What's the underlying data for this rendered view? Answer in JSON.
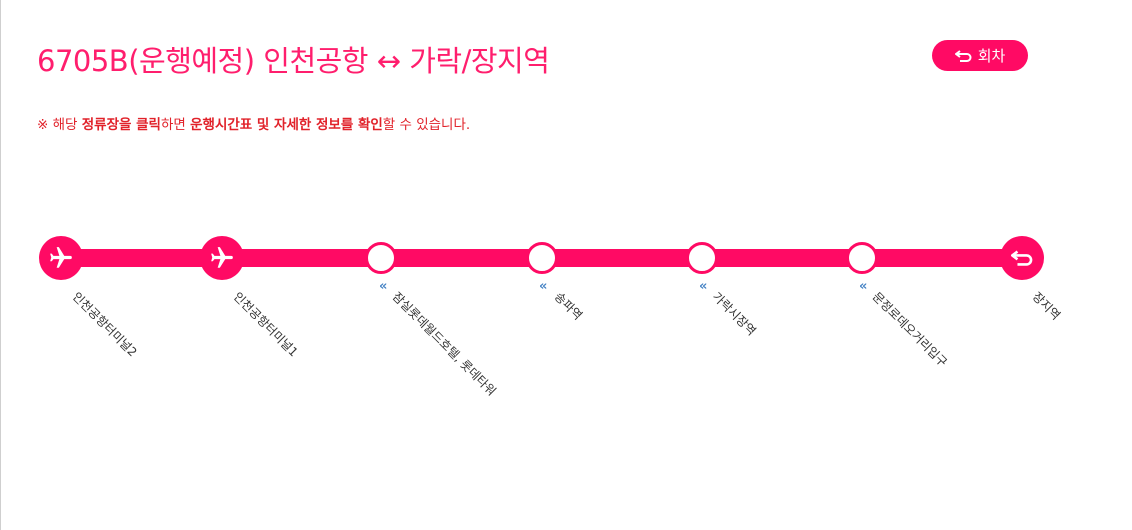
{
  "header": {
    "title": "6705B(운행예정) 인천공항 ↔ 가락/장지역",
    "return_label": "회차"
  },
  "notice": {
    "p1": "※ 해당 ",
    "b1": "정류장을 클릭",
    "p2": "하면 ",
    "b2": "운행시간표 및 자세한 정보를 확인",
    "p3": "할 수 있습니다."
  },
  "colors": {
    "accent": "#ff0a64",
    "notice_text": "#e1222a",
    "direction_chevron": "#4a86c6"
  },
  "stops": [
    {
      "name": "인천공항터미널2",
      "icon": "airplane-icon"
    },
    {
      "name": "인천공항터미널1",
      "icon": "airplane-icon"
    },
    {
      "name": "잠실롯데월드호텔, 롯데타워",
      "icon": "none",
      "direction": "«"
    },
    {
      "name": "송파역",
      "icon": "none",
      "direction": "«"
    },
    {
      "name": "가락시장역",
      "icon": "none",
      "direction": "«"
    },
    {
      "name": "문정로데오거리입구",
      "icon": "none",
      "direction": "«"
    },
    {
      "name": "장지역",
      "icon": "return-icon"
    }
  ]
}
